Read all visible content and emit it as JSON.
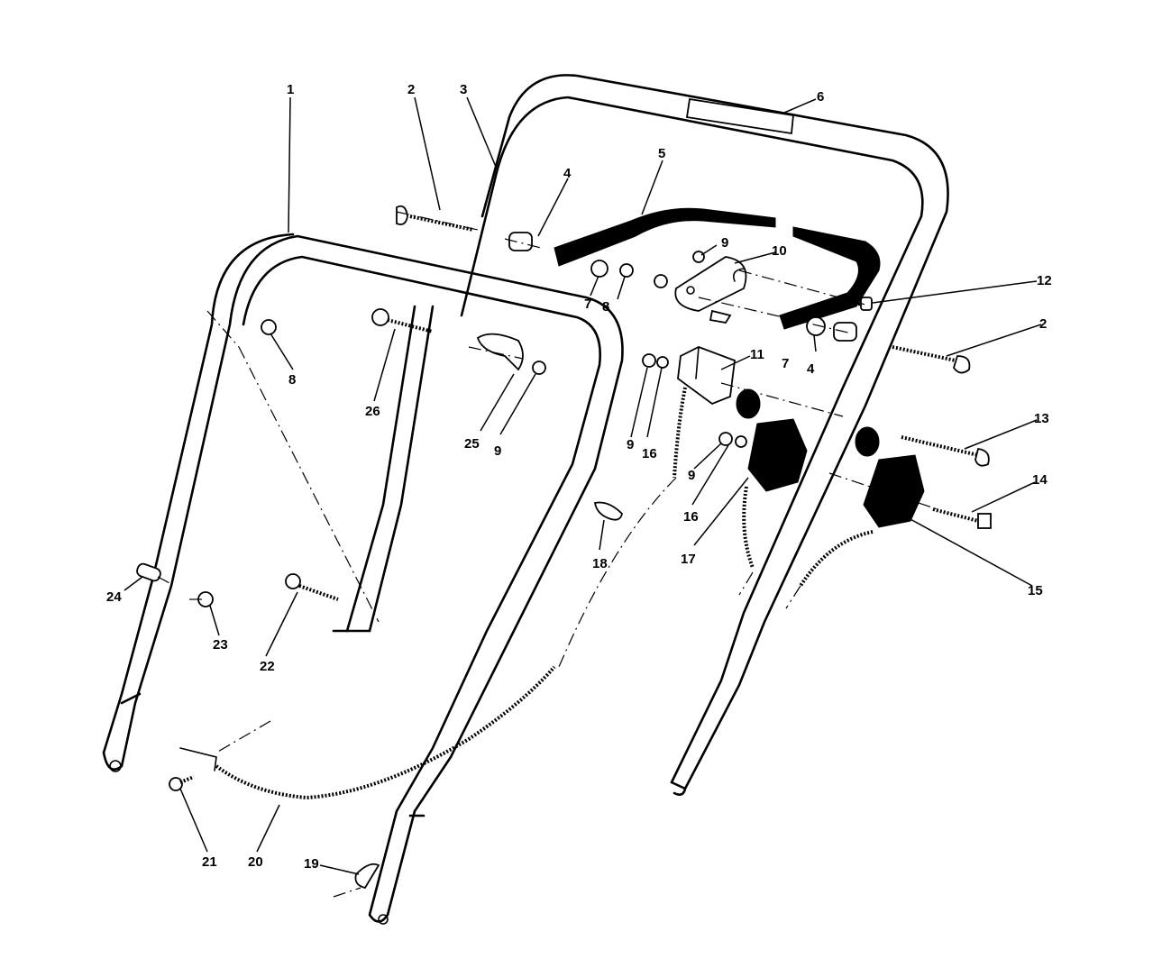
{
  "callouts": [
    {
      "id": "c1",
      "text": "1"
    },
    {
      "id": "c2a",
      "text": "2"
    },
    {
      "id": "c2b",
      "text": "2"
    },
    {
      "id": "c3",
      "text": "3"
    },
    {
      "id": "c4a",
      "text": "4"
    },
    {
      "id": "c4b",
      "text": "4"
    },
    {
      "id": "c5",
      "text": "5"
    },
    {
      "id": "c6",
      "text": "6"
    },
    {
      "id": "c7a",
      "text": "7"
    },
    {
      "id": "c7b",
      "text": "7"
    },
    {
      "id": "c8a",
      "text": "8"
    },
    {
      "id": "c8b",
      "text": "8"
    },
    {
      "id": "c9a",
      "text": "9"
    },
    {
      "id": "c9b",
      "text": "9"
    },
    {
      "id": "c9c",
      "text": "9"
    },
    {
      "id": "c9d",
      "text": "9"
    },
    {
      "id": "c10",
      "text": "10"
    },
    {
      "id": "c11",
      "text": "11"
    },
    {
      "id": "c12",
      "text": "12"
    },
    {
      "id": "c13",
      "text": "13"
    },
    {
      "id": "c14",
      "text": "14"
    },
    {
      "id": "c15",
      "text": "15"
    },
    {
      "id": "c16a",
      "text": "16"
    },
    {
      "id": "c16b",
      "text": "16"
    },
    {
      "id": "c17",
      "text": "17"
    },
    {
      "id": "c18",
      "text": "18"
    },
    {
      "id": "c19",
      "text": "19"
    },
    {
      "id": "c20",
      "text": "20"
    },
    {
      "id": "c21",
      "text": "21"
    },
    {
      "id": "c22",
      "text": "22"
    },
    {
      "id": "c23",
      "text": "23"
    },
    {
      "id": "c24",
      "text": "24"
    },
    {
      "id": "c25",
      "text": "25"
    },
    {
      "id": "c26",
      "text": "26"
    }
  ]
}
